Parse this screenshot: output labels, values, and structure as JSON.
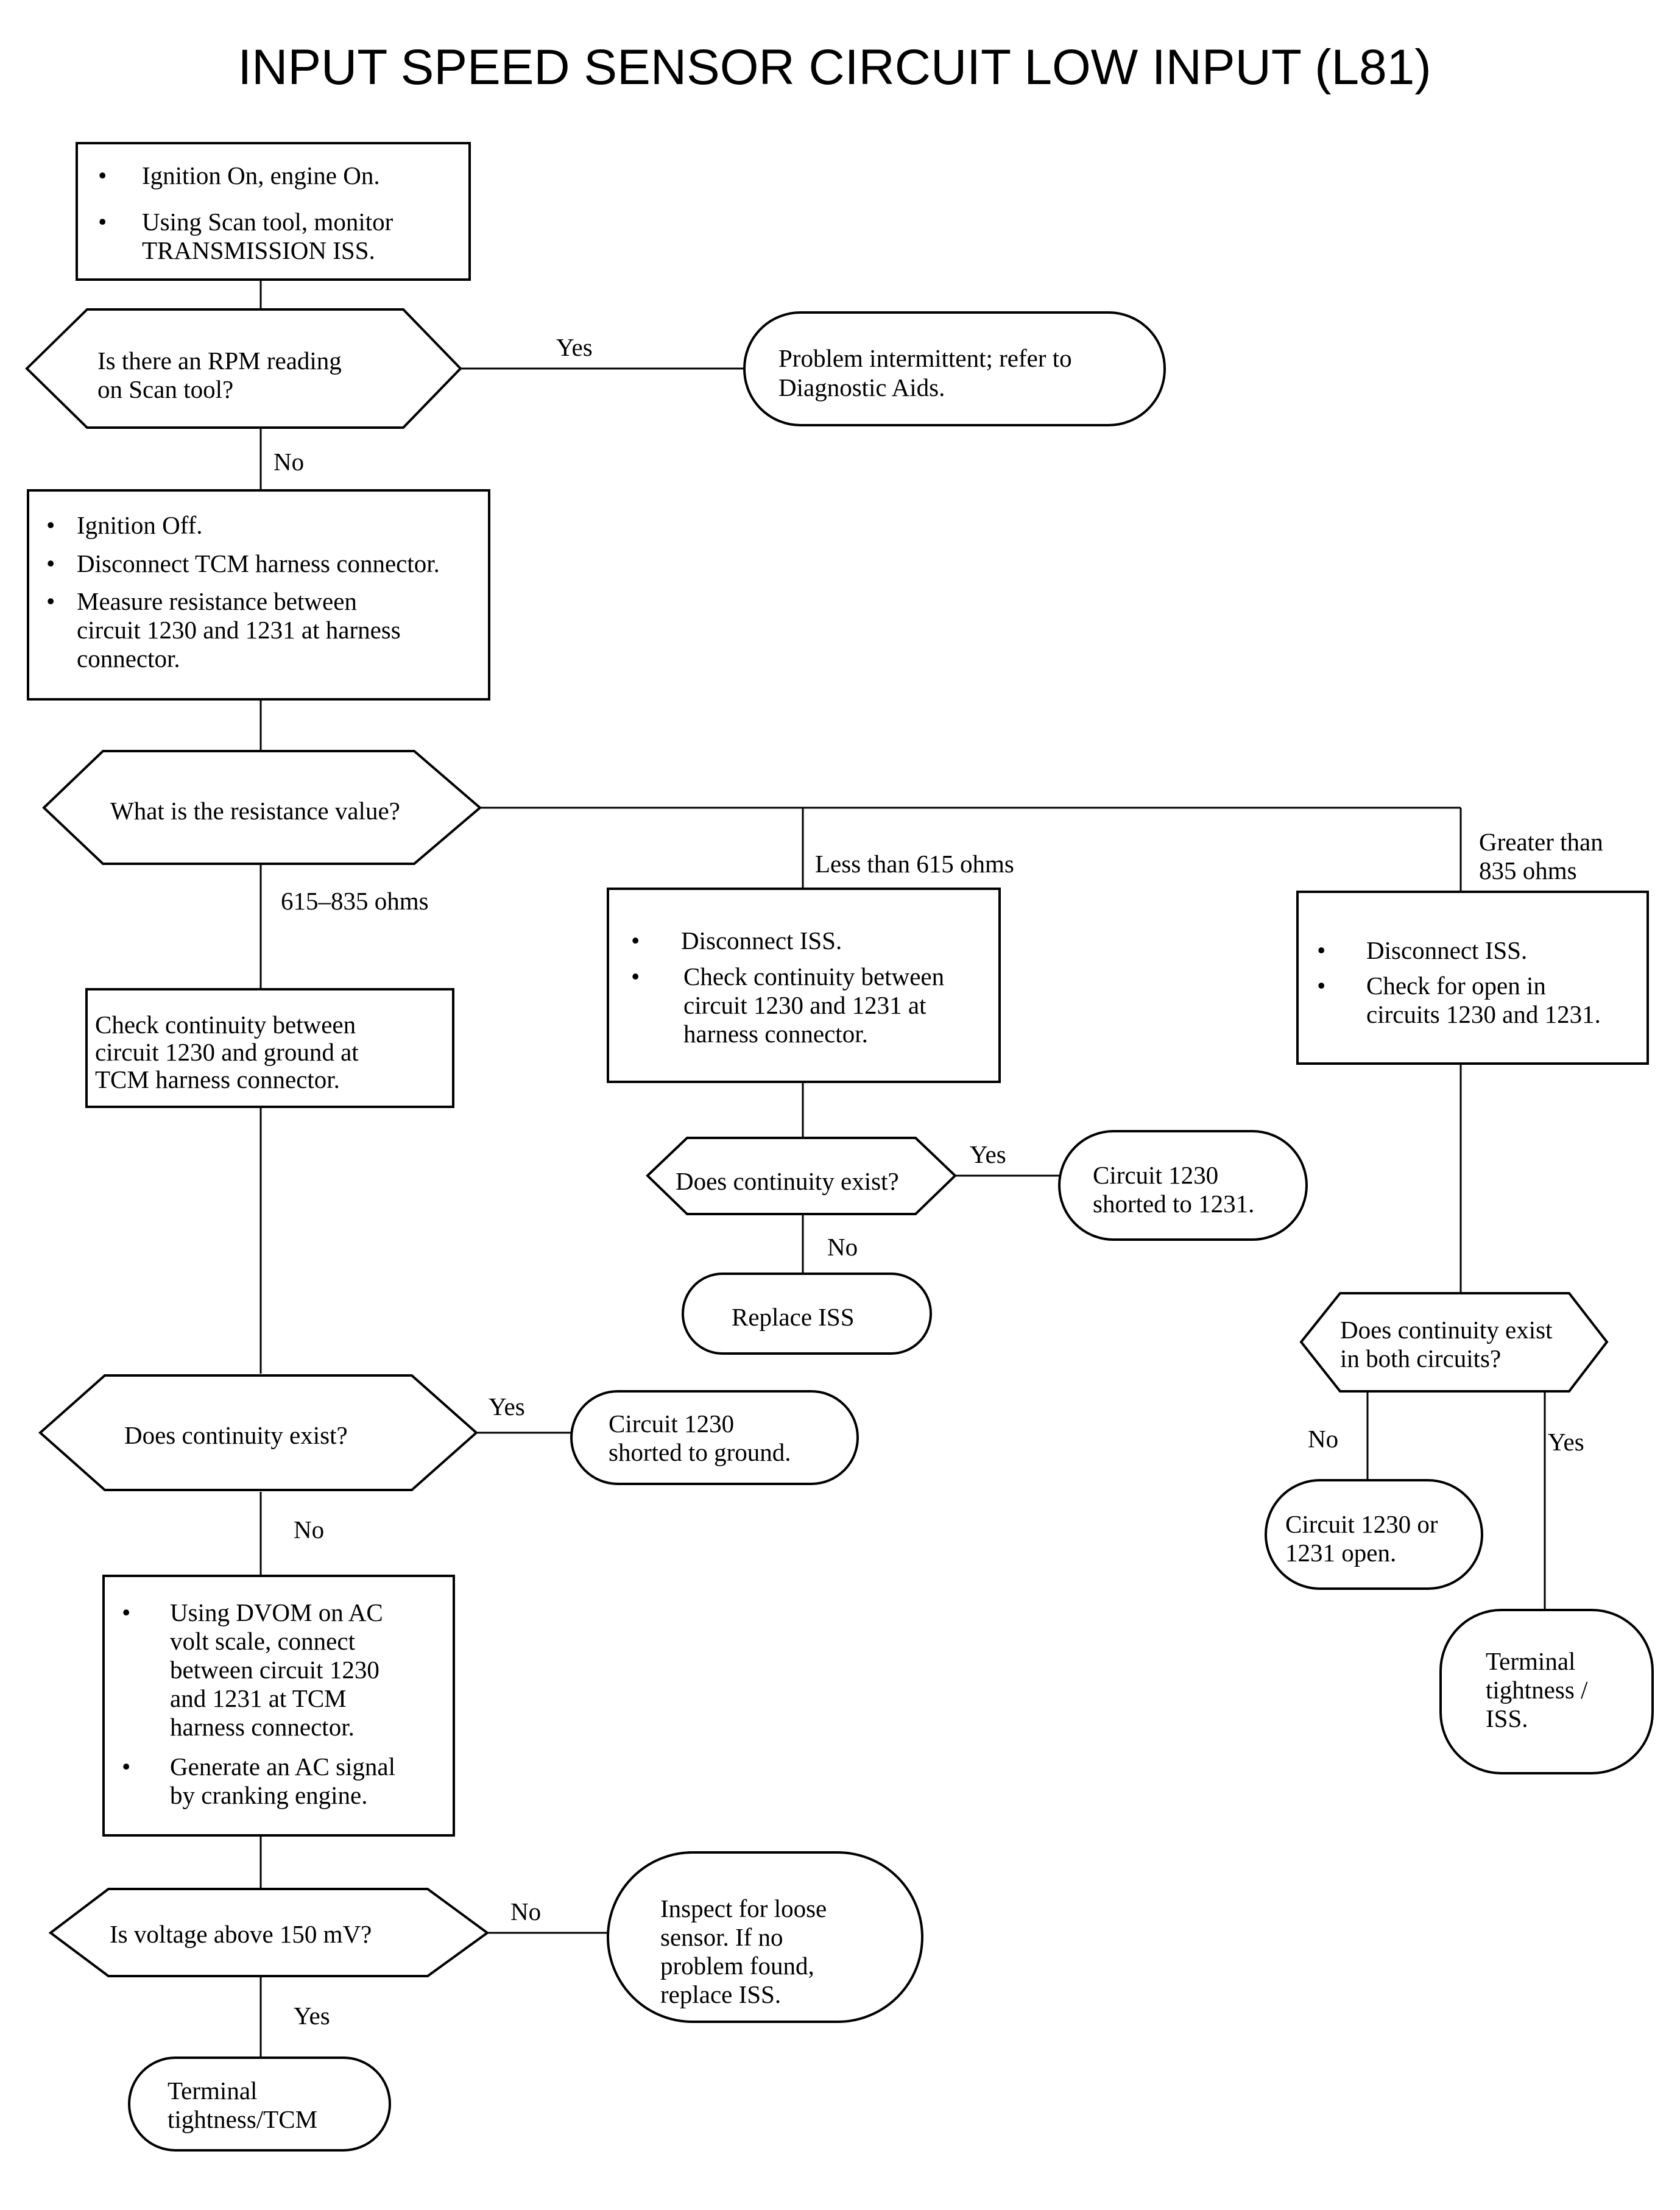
{
  "title": "INPUT SPEED SENSOR CIRCUIT LOW INPUT (L81)",
  "steps": {
    "s1": [
      "Ignition On, engine On.",
      "Using Scan tool, monitor",
      "TRANSMISSION ISS."
    ],
    "d1": [
      "Is there an RPM reading",
      "on Scan tool?"
    ],
    "t1": [
      "Problem intermittent; refer to",
      "Diagnostic Aids."
    ],
    "s2": [
      "Ignition Off.",
      "Disconnect TCM harness connector.",
      "Measure resistance between",
      "circuit 1230 and 1231 at harness",
      "connector."
    ],
    "d2": [
      "What is the resistance value?"
    ],
    "s3": [
      "Check continuity between",
      "circuit 1230 and ground at",
      "TCM harness connector."
    ],
    "d3": [
      "Does continuity exist?"
    ],
    "t3": [
      "Circuit 1230",
      "shorted to ground."
    ],
    "s4": [
      "Using DVOM on AC",
      "volt scale, connect",
      "between circuit 1230",
      "and 1231 at TCM",
      "harness connector.",
      "Generate an AC signal",
      "by cranking engine."
    ],
    "d4": [
      "Is voltage above 150 mV?"
    ],
    "t4": [
      "Inspect for loose",
      "sensor. If no",
      "problem found,",
      "replace ISS."
    ],
    "t5": [
      "Terminal",
      "tightness/TCM"
    ],
    "s5": [
      "Disconnect  ISS.",
      "Check continuity between",
      "circuit 1230 and 1231 at",
      "harness connector."
    ],
    "d5": [
      "Does continuity exist?"
    ],
    "t6": [
      "Circuit 1230",
      "shorted to 1231."
    ],
    "t7": [
      "Replace ISS"
    ],
    "s6": [
      "Disconnect ISS.",
      "Check for open in",
      "circuits 1230 and 1231."
    ],
    "d6": [
      "Does continuity exist",
      "in both circuits?"
    ],
    "t8": [
      "Circuit 1230 or",
      "1231 open."
    ],
    "t9": [
      "Terminal",
      "tightness /",
      "ISS."
    ]
  },
  "edge_labels": {
    "d1_yes": "Yes",
    "d1_no": "No",
    "range_mid": "615–835 ohms",
    "range_low": "Less than 615 ohms",
    "range_high": [
      "Greater than",
      "835 ohms"
    ],
    "d3_yes": "Yes",
    "d3_no": "No",
    "d4_no": "No",
    "d4_yes": "Yes",
    "d5_yes": "Yes",
    "d5_no": "No",
    "d6_no": "No",
    "d6_yes": "Yes"
  }
}
